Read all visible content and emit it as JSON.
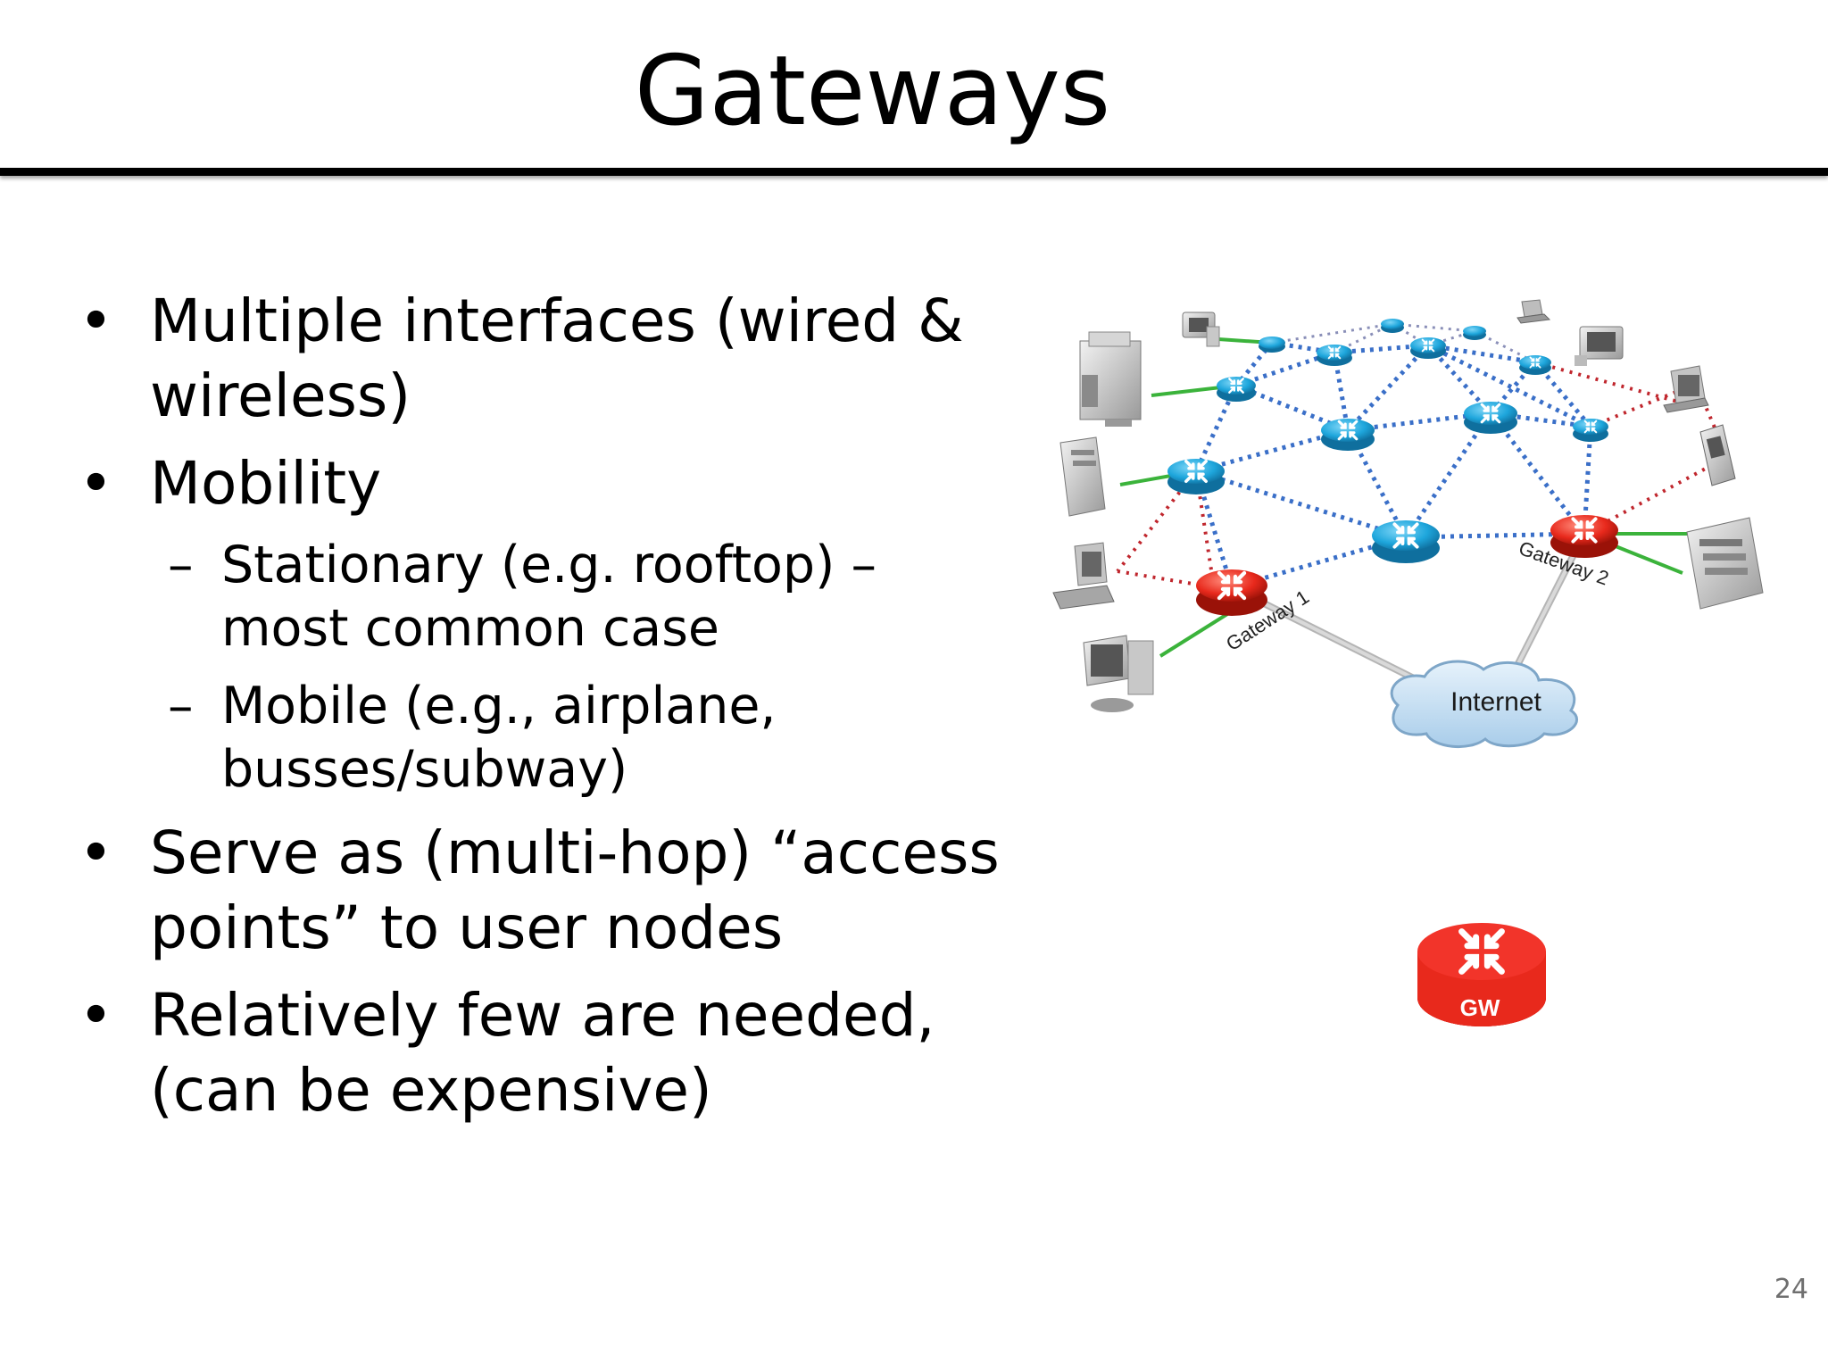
{
  "slide": {
    "title": "Gateways",
    "page_number": "24",
    "bullets": [
      {
        "level": 1,
        "marker": "•",
        "text": "Multiple interfaces (wired & wireless)"
      },
      {
        "level": 1,
        "marker": "•",
        "text": "Mobility"
      },
      {
        "level": 2,
        "marker": "–",
        "text": "Stationary (e.g. rooftop) – most common case"
      },
      {
        "level": 2,
        "marker": "–",
        "text": "Mobile (e.g., airplane, busses/subway)"
      },
      {
        "level": 1,
        "marker": "•",
        "text": "Serve as (multi-hop) “access points” to user nodes"
      },
      {
        "level": 1,
        "marker": "•",
        "text": "Relatively few are needed, (can be expensive)"
      }
    ]
  },
  "diagram": {
    "labels": {
      "gateway1": "Gateway 1",
      "gateway2": "Gateway 2",
      "internet": "Internet",
      "gw_icon": "GW"
    },
    "colors": {
      "mesh_router": "#1ea6dc",
      "gateway_router": "#e8291c",
      "mesh_link": "#3a6fc8",
      "gateway_link": "#c0262d",
      "wired_link": "#3bb33b",
      "internet_cloud": "#c9e1f4"
    }
  }
}
